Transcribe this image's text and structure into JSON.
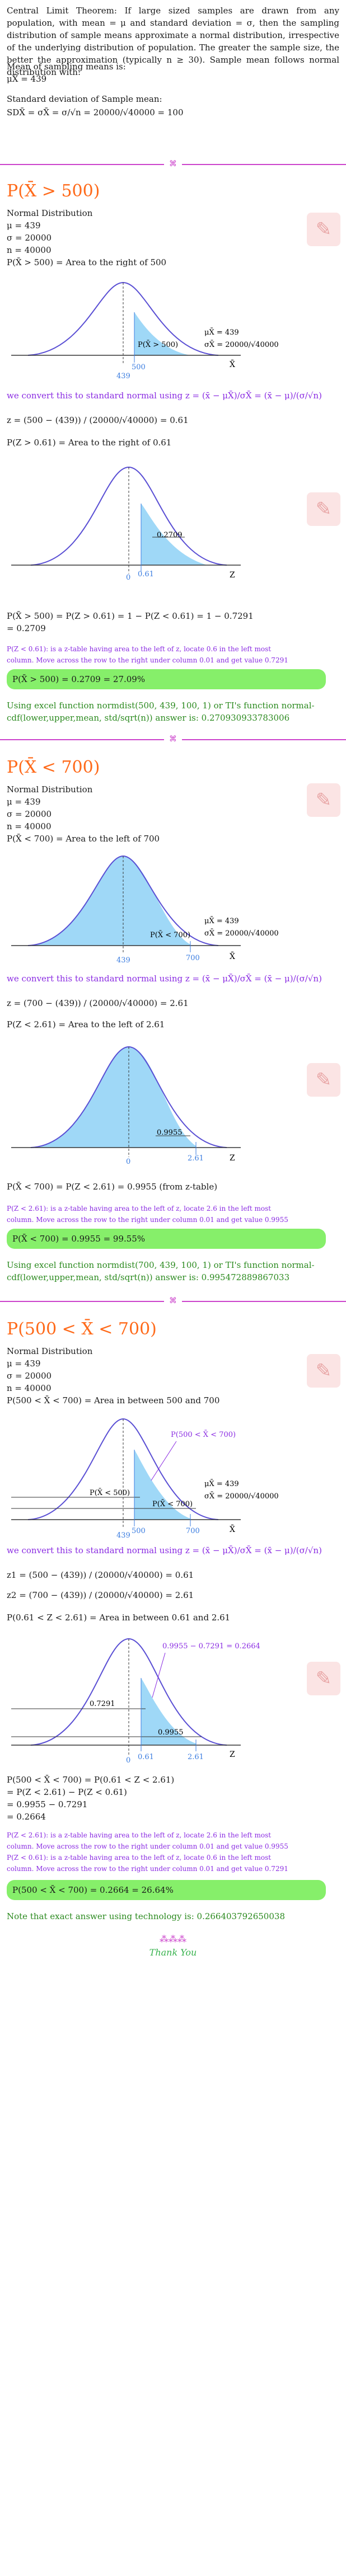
{
  "intro": {
    "paragraph": "Central Limit Theorem: If large sized samples are drawn from any population, with mean = μ and standard deviation = σ, then the sampling distribution of sample means approximate a normal distribution, irrespective of the underlying distribution of population. The greater the sample size, the better the approximation (typically n ≥ 30). Sample mean follows normal distribution with:",
    "mean_label": "Mean of sampling means is:",
    "mean_value": "μX̄ = 439",
    "sd_label": "Standard deviation of Sample mean:",
    "sd_formula": "SDX̄ = σX̄ = σ/√n = 20000/√40000 = 100"
  },
  "divider_glyph": "⌘",
  "colors": {
    "heading": "#ff6a1a",
    "curve": "#5a4fd4",
    "shade": "#9fd8f7",
    "accent": "#8a2be2",
    "answer_bg": "#86ef6a",
    "divider": "#cc44cc"
  },
  "part1": {
    "title": "P(X̄ > 500)",
    "dist_label": "Normal Distribution",
    "params": [
      "μ = 439",
      "σ = 20000",
      "n = 40000"
    ],
    "area_line": "P(X̄ > 500) = Area to the right of 500",
    "graph1": {
      "mean_tick": "439",
      "x_tick": "500",
      "axis": "X̄",
      "region_label": "P(X̄ > 500)",
      "mu_lbl": "μX̄ = 439",
      "sigma_lbl": "σX̄ = 20000/√40000"
    },
    "convert_text": "we convert this to standard normal using z = (x̄ − μX̄)/σX̄ = (x̄ − μ)/(σ/√n)",
    "z_calc": "z = (500 − (439)) / (20000/√40000) = 0.61",
    "z_area": "P(Z > 0.61) = Area to the right of 0.61",
    "graph2": {
      "zero": "0",
      "z_tick": "0.61",
      "axis": "Z",
      "region_value": "0.2709"
    },
    "result1": "P(X̄ > 500) = P(Z > 0.61) = 1 − P(Z < 0.61) = 1 − 0.7291",
    "result2": "= 0.2709",
    "note1": "P(Z < 0.61): is a z-table having area to the left of z, locate 0.6 in the left most",
    "note2": "column. Move across the row to the right under column 0.01 and get value 0.7291",
    "answer": "P(X̄ > 500) = 0.2709 = 27.09%",
    "excel1": "Using excel function normdist(500, 439, 100, 1) or TI's function normal-",
    "excel2": "cdf(lower,upper,mean, std/sqrt(n)) answer is: 0.270930933783006"
  },
  "part2": {
    "title": "P(X̄ < 700)",
    "dist_label": "Normal Distribution",
    "params": [
      "μ = 439",
      "σ = 20000",
      "n = 40000"
    ],
    "area_line": "P(X̄ < 700) = Area to the left of 700",
    "graph1": {
      "mean_tick": "439",
      "x_tick": "700",
      "axis": "X̄",
      "region_label": "P(X̄ < 700)",
      "mu_lbl": "μX̄ = 439",
      "sigma_lbl": "σX̄ = 20000/√40000"
    },
    "convert_text": "we convert this to standard normal using z = (x̄ − μX̄)/σX̄ = (x̄ − μ)/(σ/√n)",
    "z_calc": "z = (700 − (439)) / (20000/√40000) = 2.61",
    "z_area": "P(Z < 2.61) = Area to the left of 2.61",
    "graph2": {
      "zero": "0",
      "z_tick": "2.61",
      "axis": "Z",
      "region_value": "0.9955"
    },
    "result1": "P(X̄ < 700) = P(Z < 2.61) = 0.9955 (from z-table)",
    "note1": "P(Z < 2.61): is a z-table having area to the left of z, locate 2.6 in the left most",
    "note2": "column. Move across the row to the right under column 0.01 and get value 0.9955",
    "answer": "P(X̄ < 700) = 0.9955 = 99.55%",
    "excel1": "Using excel function normdist(700, 439, 100, 1) or TI's function normal-",
    "excel2": "cdf(lower,upper,mean, std/sqrt(n)) answer is: 0.995472889867033"
  },
  "part3": {
    "title": "P(500 < X̄ < 700)",
    "dist_label": "Normal Distribution",
    "params": [
      "μ = 439",
      "σ = 20000",
      "n = 40000"
    ],
    "area_line": "P(500 < X̄ < 700) = Area in between 500 and 700",
    "graph1": {
      "mean_tick": "439",
      "x_tick1": "500",
      "x_tick2": "700",
      "axis": "X̄",
      "label_top": "P(500 < X̄ < 700)",
      "label_left": "P(X̄ < 500)",
      "label_mid": "P(X̄ < 700)",
      "mu_lbl": "μX̄ = 439",
      "sigma_lbl": "σX̄ = 20000/√40000"
    },
    "convert_text": "we convert this to standard normal using z = (x̄ − μX̄)/σX̄ = (x̄ − μ)/(σ/√n)",
    "z1_calc": "z1 = (500 − (439)) / (20000/√40000) = 0.61",
    "z2_calc": "z2 = (700 − (439)) / (20000/√40000) = 2.61",
    "z_area": "P(0.61 < Z < 2.61) = Area in between 0.61 and 2.61",
    "graph2": {
      "zero": "0",
      "z_tick1": "0.61",
      "z_tick2": "2.61",
      "axis": "Z",
      "top_label": "0.9955 − 0.7291 = 0.2664",
      "left_value": "0.7291",
      "right_value": "0.9955"
    },
    "steps": [
      "P(500 < X̄ < 700) = P(0.61 < Z < 2.61)",
      "= P(Z < 2.61) − P(Z < 0.61)",
      "= 0.9955 − 0.7291",
      "= 0.2664"
    ],
    "note1": "P(Z < 2.61): is a z-table having area to the left of z, locate 2.6 in the left most",
    "note2": "column. Move across the row to the right under column 0.01 and get value 0.9955",
    "note3": "P(Z < 0.61): is a z-table having area to the left of z, locate 0.6 in the left most",
    "note4": "column. Move across the row to the right under column 0.01 and get value 0.7291",
    "answer": "P(500 < X̄ < 700) = 0.2664 = 26.64%",
    "tech_note": "Note that exact answer using technology is: 0.266403792650038"
  },
  "closing": {
    "flourish": "⁂⁂⁂",
    "thanks": "Thank You"
  }
}
